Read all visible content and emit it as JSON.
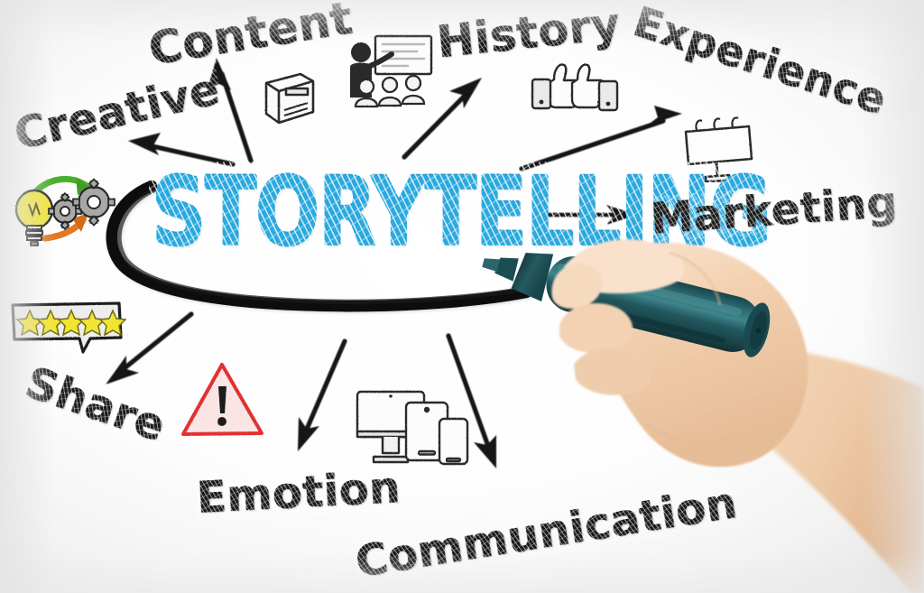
{
  "image": {
    "kind": "concept-diagram-photo",
    "background_color": "#ffffff",
    "accent_color": "#2AA9DF",
    "ink_color": "#1b1b1b"
  },
  "center": {
    "label": "STORYTELLING",
    "color": "#2AA9DF",
    "style": "hand-drawn sketch marker capitals with white scratch texture",
    "underline": "thick black hand-drawn swoosh curving from upper-left, beneath the word, to the marker tip"
  },
  "keywords": [
    {
      "id": "creative",
      "label": "Creative",
      "rotation_deg": -13,
      "arrow": "up-left",
      "icon": "lightbulb-gears-icon"
    },
    {
      "id": "content",
      "label": "Content",
      "rotation_deg": -9,
      "arrow": "up",
      "icon": "book-icon"
    },
    {
      "id": "history",
      "label": "History",
      "rotation_deg": -6,
      "arrow": "up-right",
      "icon": "presentation-audience-icon"
    },
    {
      "id": "experience",
      "label": "Experience",
      "rotation_deg": 18,
      "arrow": "up-right",
      "icon": "thumbs-up-icon"
    },
    {
      "id": "marketing",
      "label": "Marketing",
      "rotation_deg": -4,
      "arrow": "right",
      "icon": "billboard-icon"
    },
    {
      "id": "share",
      "label": "Share",
      "rotation_deg": 19,
      "arrow": "down-left",
      "icon": "five-star-rating-bubble-icon"
    },
    {
      "id": "emotion",
      "label": "Emotion",
      "rotation_deg": -3,
      "arrow": "down-right",
      "icon": "warning-triangle-icon"
    },
    {
      "id": "communication",
      "label": "Communication",
      "rotation_deg": -9,
      "arrow": "down-right",
      "icon": "devices-icon"
    }
  ],
  "icons": {
    "lightbulb_gears": {
      "name": "lightbulb-gears-icon",
      "parts": [
        "yellow lightbulb",
        "two gray gears",
        "green arrow pointing right",
        "orange arrow pointing right"
      ],
      "bulb_color": "#EFE53A",
      "gear_color": "#9a9a9a",
      "green_arrow_color": "#4CAF2E",
      "orange_arrow_color": "#E07A20"
    },
    "book": {
      "name": "book-icon",
      "parts": [
        "closed hardcover book"
      ],
      "color": "#2b2b2b"
    },
    "presentation": {
      "name": "presentation-audience-icon",
      "parts": [
        "presenter figure",
        "whiteboard with text lines",
        "three seated audience figures"
      ],
      "color": "#2b2b2b"
    },
    "thumbs_up": {
      "name": "thumbs-up-icon",
      "parts": [
        "two thumbs-up hands"
      ],
      "color": "#2b2b2b"
    },
    "billboard": {
      "name": "billboard-icon",
      "parts": [
        "blank billboard on a stand",
        "three spot lights"
      ],
      "color": "#2b2b2b"
    },
    "rating": {
      "name": "five-star-rating-bubble-icon",
      "stars": 5,
      "star_color": "#F2E530",
      "bubble_outline": "#1f1f1f"
    },
    "warning": {
      "name": "warning-triangle-icon",
      "parts": [
        "red triangle",
        "exclamation mark"
      ],
      "triangle_color": "#E03131",
      "fill_color": "#f7c6c6"
    },
    "devices": {
      "name": "devices-icon",
      "parts": [
        "desktop monitor",
        "tablet",
        "smartphone"
      ],
      "color": "#2b2b2b"
    }
  },
  "hand": {
    "name": "hand-holding-marker",
    "skin_color": "#F3D2B4",
    "marker": {
      "name": "marker-pen",
      "body_color": "#1D5157",
      "highlight_color": "#3E7C82",
      "tip_color": "#12373C",
      "orientation": "tip pointing left toward the end of the black swoosh"
    }
  },
  "arrows": {
    "color": "#141414",
    "count": 8,
    "style": "straight hand-drawn arrows radiating outward from the central word"
  }
}
